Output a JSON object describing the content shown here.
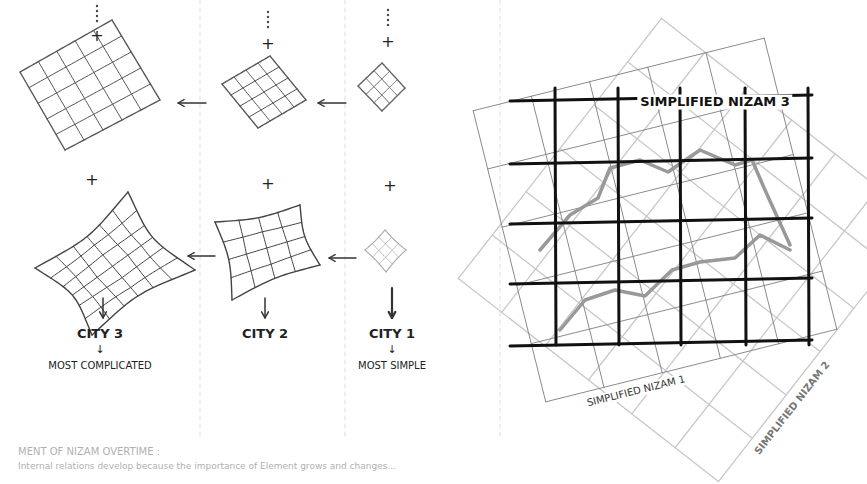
{
  "diagram": {
    "labels": [
      "+",
      "+",
      "+",
      "+",
      "+",
      "+",
      "CITY 3",
      "↓",
      "MOST COMPLICATED",
      "CITY 2",
      "CITY 1",
      "↓",
      "MOST SIMPLE",
      "SIMPLIFIED NIZAM 3",
      "SIMPLIFIED NIZAM 1",
      "SIMPLIFIED NIZAM 2",
      "MENT OF NIZAM OVERTIME :",
      "Internal relations develop because the importance of Element grows and changes..."
    ]
  }
}
